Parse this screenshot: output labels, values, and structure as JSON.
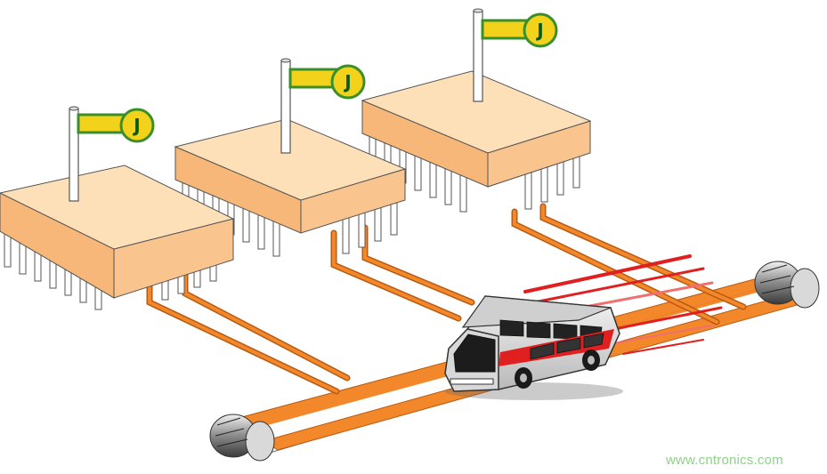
{
  "flags": [
    {
      "letter": "J"
    },
    {
      "letter": "J"
    },
    {
      "letter": "J"
    }
  ],
  "watermark": "www.cntronics.com",
  "colors": {
    "belt": "#f3882a",
    "belt_edge": "#b85a12",
    "chip_top": "#fde0b8",
    "chip_side": "#f7b778",
    "flag_fill": "#f2d21a",
    "flag_border": "#3b8f2a",
    "bus_stripe": "#e02020"
  }
}
